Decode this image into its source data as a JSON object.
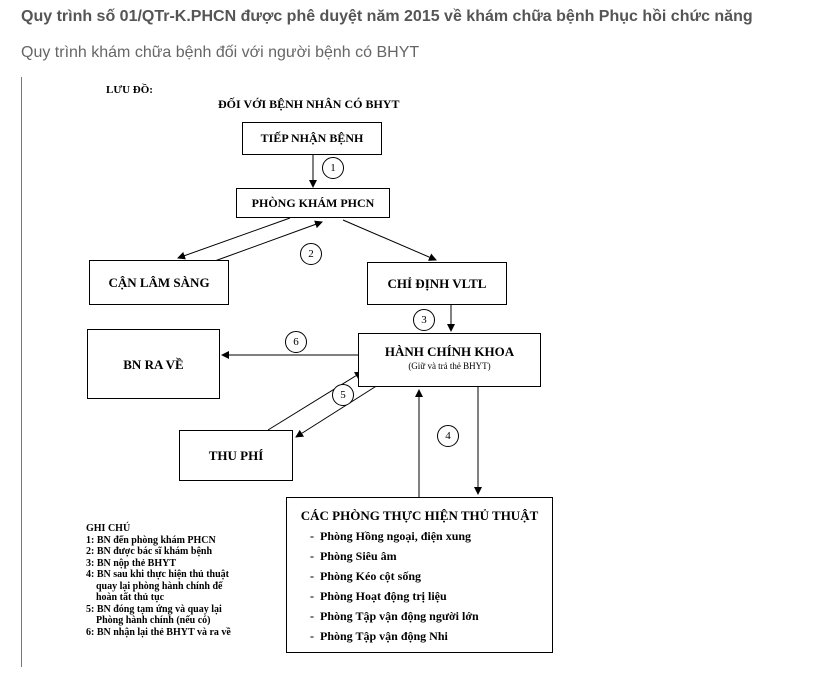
{
  "page": {
    "title": "Quy trình số 01/QTr-K.PHCN được phê duyệt năm 2015 về khám chữa bệnh Phục hồi chức năng",
    "subtitle": "Quy trình khám chữa bệnh đối với người bệnh có BHYT"
  },
  "diagram": {
    "luu_do": "LƯU ĐỒ:",
    "heading": "ĐỐI VỚI BỆNH NHÂN CÓ BHYT",
    "boxes": {
      "tiep_nhan": "TIẾP NHẬN BỆNH",
      "phong_kham": "PHÒNG KHÁM PHCN",
      "can_lam_sang": "CẬN LÂM SÀNG",
      "chi_dinh": "CHỈ ĐỊNH VLTL",
      "bn_ra_ve": "BN RA VỀ",
      "hanh_chinh": "HÀNH CHÍNH KHOA",
      "hanh_chinh_sub": "(Giữ và trả thẻ BHYT)",
      "thu_phi": "THU PHÍ",
      "cac_phong": "CÁC PHÒNG THỰC HIỆN THỦ THUẬT"
    },
    "procedure_rooms": [
      "Phòng Hồng ngoại, điện xung",
      "Phòng Siêu âm",
      "Phòng Kéo cột sống",
      "Phòng Hoạt động trị liệu",
      "Phòng Tập vận động người lớn",
      "Phòng Tập vận động Nhi"
    ],
    "step_numbers": [
      "1",
      "2",
      "3",
      "4",
      "5",
      "6"
    ],
    "legend": {
      "title": "GHI CHÚ",
      "lines": [
        "1: BN đến phòng khám PHCN",
        "2: BN được bác sĩ khám bệnh",
        "3: BN nộp thẻ BHYT",
        "4: BN sau khi thực hiện thủ thuật",
        "quay lại phòng hành chính để",
        "hoàn tất thủ tục",
        "5: BN đóng tạm ứng và quay lại",
        "Phòng hành chính (nếu có)",
        "6: BN nhận lại thẻ BHYT và ra về"
      ]
    }
  }
}
